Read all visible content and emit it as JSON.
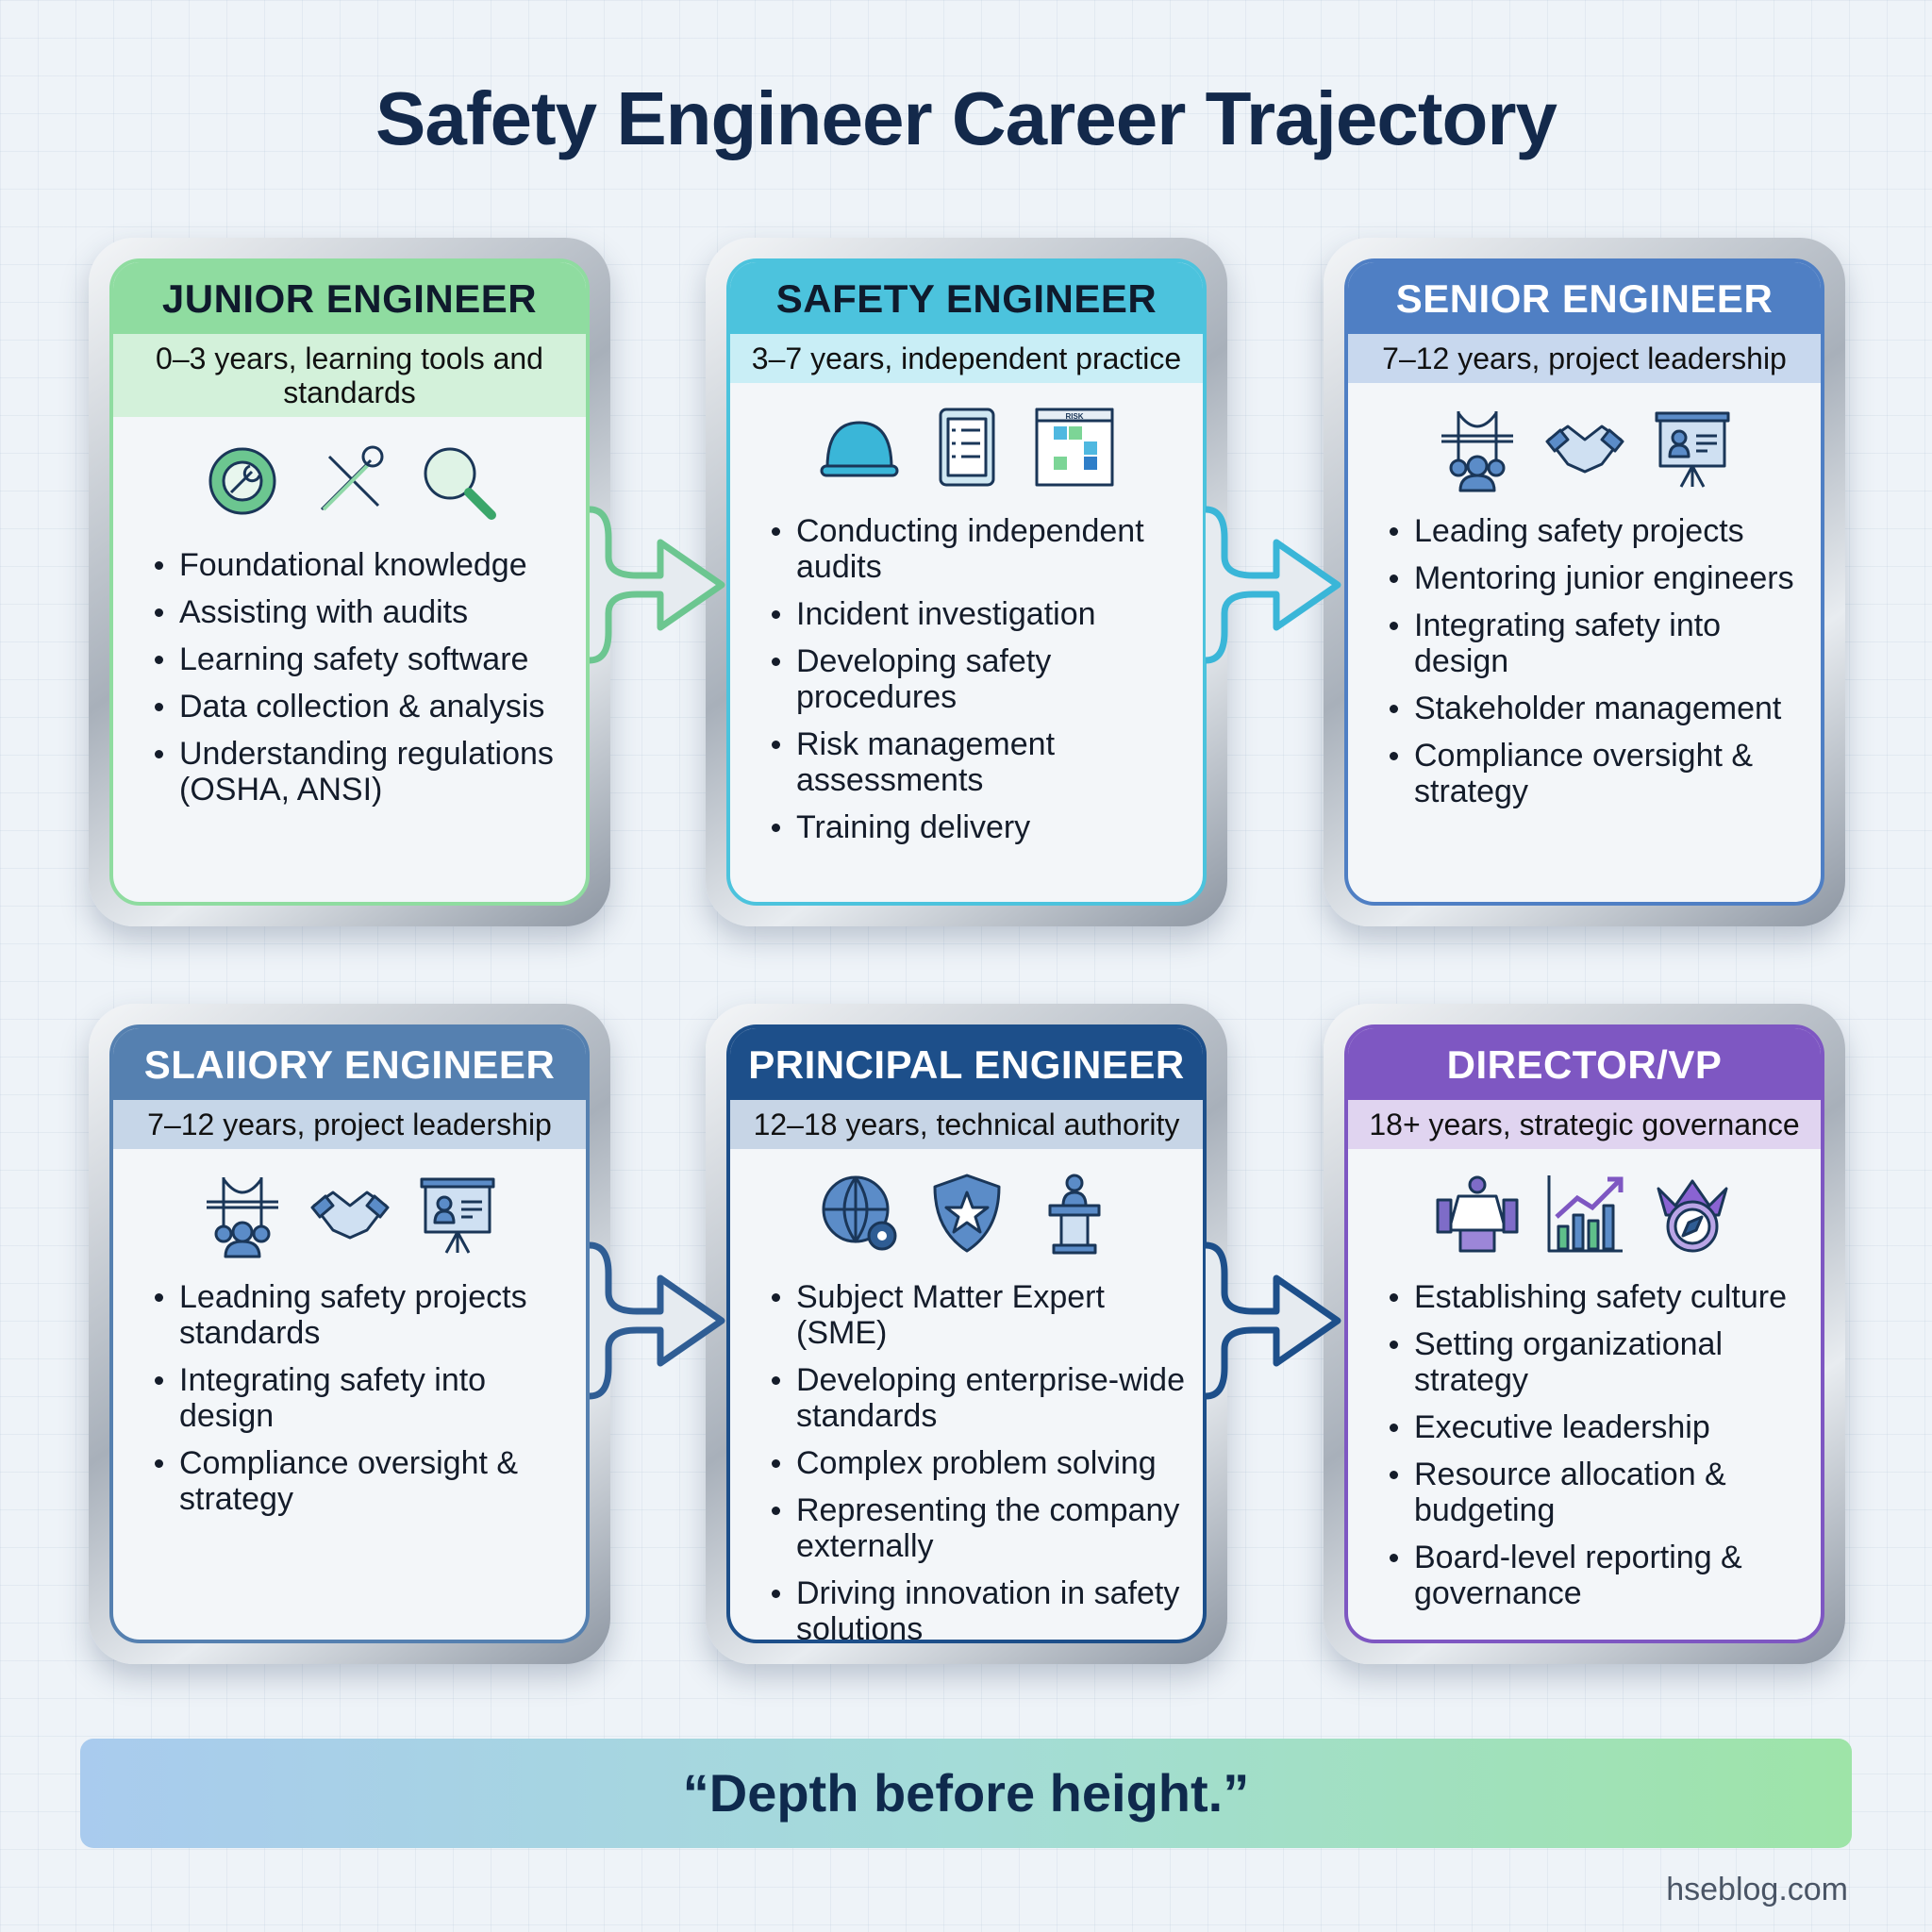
{
  "title": "Safety Engineer Career Trajectory",
  "cards": [
    {
      "title": "JUNIOR ENGINEER",
      "subtitle": "0–3 years, learning tools and standards",
      "color": "#8fdca0",
      "text_color": "#0f1a2c",
      "sub_color": "#d3f1da",
      "icons": [
        "gear-wrench-icon",
        "tools-icon",
        "magnifier-icon"
      ],
      "items": [
        "Foundational knowledge",
        "Assisting with audits",
        "Learning safety software",
        "Data collection & analysis",
        "Understanding regulations (OSHA, ANSI)"
      ]
    },
    {
      "title": "SAFETY ENGINEER",
      "subtitle": "3–7 years, independent practice",
      "color": "#4cc3dd",
      "text_color": "#0f1a2c",
      "sub_color": "#c9eef6",
      "icons": [
        "hard-hat-icon",
        "checklist-tablet-icon",
        "risk-matrix-icon"
      ],
      "risk_label": "RISK",
      "items": [
        "Conducting independent audits",
        "Incident investigation",
        "Developing safety procedures",
        "Risk management assessments",
        "Training delivery"
      ]
    },
    {
      "title": "SENIOR ENGINEER",
      "subtitle": "7–12 years, project leadership",
      "color": "#4f7fc4",
      "text_color": "#ffffff",
      "sub_color": "#c8d8ee",
      "icons": [
        "bridge-team-icon",
        "handshake-icon",
        "presentation-icon"
      ],
      "items": [
        "Leading safety projects",
        "Mentoring junior engineers",
        "Integrating safety into design",
        "Stakeholder management",
        "Compliance oversight & strategy"
      ]
    },
    {
      "title": "SLAIIORY ENGINEER",
      "subtitle": "7–12 years, project leadership",
      "color": "#5580b0",
      "text_color": "#ffffff",
      "sub_color": "#c6d6e8",
      "icons": [
        "bridge-team-icon",
        "handshake-icon",
        "presentation-icon"
      ],
      "items": [
        "Leadning safety projects standards",
        "Integrating safety into design",
        "Compliance oversight & strategy"
      ]
    },
    {
      "title": "PRINCIPAL ENGINEER",
      "subtitle": "12–18 years, technical authority",
      "color": "#1d4f8a",
      "text_color": "#ffffff",
      "sub_color": "#c7d5e6",
      "icons": [
        "globe-gear-icon",
        "shield-star-icon",
        "podium-icon"
      ],
      "items": [
        "Subject Matter Expert (SME)",
        "Developing enterprise-wide standards",
        "Complex problem solving",
        "Representing the company externally",
        "Driving innovation in safety solutions"
      ]
    },
    {
      "title": "DIRECTOR/VP",
      "subtitle": "18+ years, strategic governance",
      "color": "#7e57c2",
      "text_color": "#ffffff",
      "sub_color": "#e0d4f0",
      "icons": [
        "boardroom-icon",
        "growth-chart-icon",
        "crown-compass-icon"
      ],
      "items": [
        "Establishing safety culture",
        "Setting organizational strategy",
        "Executive leadership",
        "Resource allocation & budgeting",
        "Board-level reporting & governance"
      ]
    }
  ],
  "quote": "“Depth before height.”",
  "brand": "hseblog.com"
}
